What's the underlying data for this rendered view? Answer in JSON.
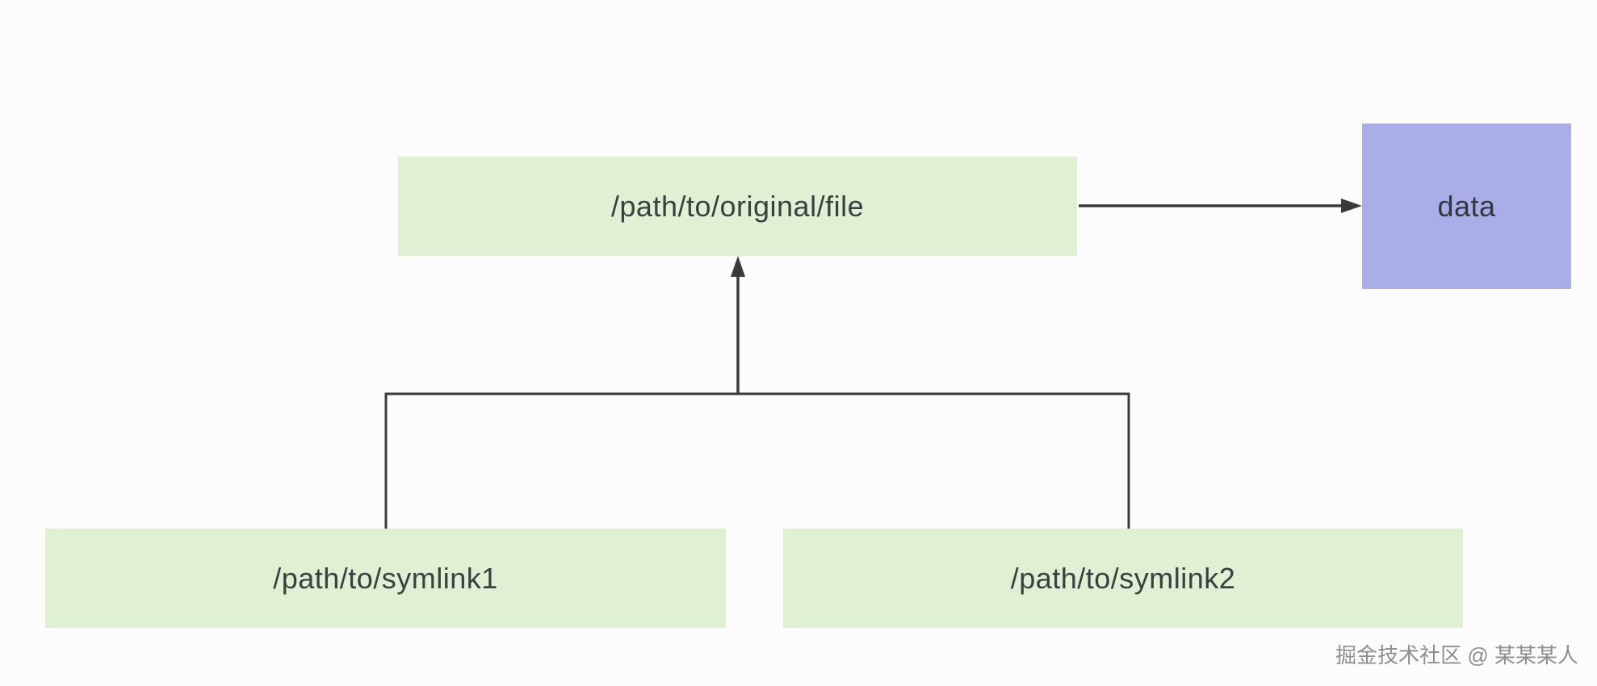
{
  "diagram": {
    "title": "symlink-relationship-diagram",
    "background_color": "#fcfcfc",
    "line_color": "#3a3a3a",
    "nodes": {
      "original_file": {
        "label": "/path/to/original/file",
        "fill": "#e0f0d3",
        "text_color": "#3a4040"
      },
      "data": {
        "label": "data",
        "fill": "#a9aee8",
        "text_color": "#33383d"
      },
      "symlink1": {
        "label": "/path/to/symlink1",
        "fill": "#e0f0d3",
        "text_color": "#3a4040"
      },
      "symlink2": {
        "label": "/path/to/symlink2",
        "fill": "#e0f0d3",
        "text_color": "#3a4040"
      }
    },
    "edges": [
      {
        "from": "original_file",
        "to": "data",
        "style": "arrow-right"
      },
      {
        "from": "symlink1",
        "to": "original_file",
        "style": "elbow-up-arrow"
      },
      {
        "from": "symlink2",
        "to": "original_file",
        "style": "elbow-up-arrow"
      }
    ]
  },
  "watermark": {
    "text": "掘金技术社区 @ 某某某人",
    "color": "#8e8e8e"
  }
}
